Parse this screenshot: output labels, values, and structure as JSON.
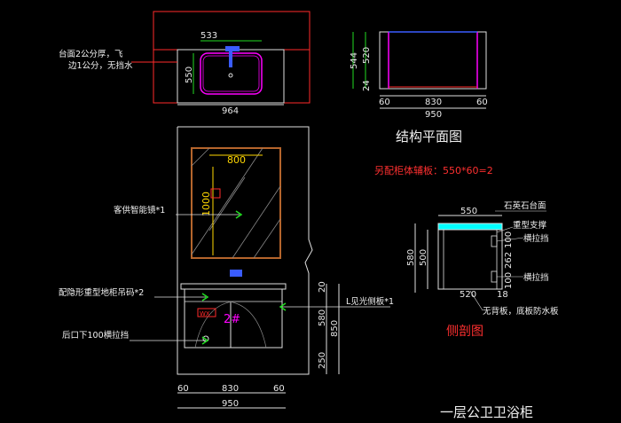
{
  "colors": {
    "background": "#000000",
    "outline": "#e0e0e0",
    "leader": "#ff2a2a",
    "green": "#22dd22",
    "cyan": "#00ffff",
    "yellow": "#ffd700",
    "magenta": "#ff00ff",
    "blue": "#3a5cff",
    "wood": "#b5652c"
  },
  "top_view": {
    "dim_basin": "533",
    "dim_depth": "550",
    "dim_width": "964",
    "note": [
      "台面2公分厚，飞",
      "边1公分，无挡水"
    ]
  },
  "struct_plan": {
    "dim_544": "544",
    "dim_520": "520",
    "dim_24": "24",
    "dim_60a": "60",
    "dim_830": "830",
    "dim_60b": "60",
    "dim_950": "950",
    "title": "结构平面图",
    "extra_note": "另配柜体辅板：550*60=2"
  },
  "front_view": {
    "dim_800": "800",
    "dim_1000": "1000",
    "tag_a": "WX",
    "tag_b": "WX",
    "tag_number": "2#",
    "note_mirror": "客供智能镜*1",
    "note_hanger": "配隐形重型地柜吊码*2",
    "note_bottom": "后口下100横拉挡",
    "note_sidepanel": "L见光侧板*1",
    "dim_20": "20",
    "dim_580": "580",
    "dim_850": "850",
    "dim_250": "250",
    "dim_60a": "60",
    "dim_830": "830",
    "dim_60b": "60",
    "dim_950": "950",
    "main_title": "一层公卫卫浴柜"
  },
  "section": {
    "dim_550": "550",
    "note_top": "石英石台面",
    "note_support": "重型支撑",
    "note_rail1": "横拉挡",
    "note_rail2": "横拉挡",
    "note_bottom": "无背板，底板防水板",
    "dim_580": "580",
    "dim_500": "500",
    "dim_100": "100",
    "dim_262": "262",
    "dim_100b": "100",
    "dim_520": "520",
    "dim_18": "18",
    "title": "侧剖图"
  }
}
